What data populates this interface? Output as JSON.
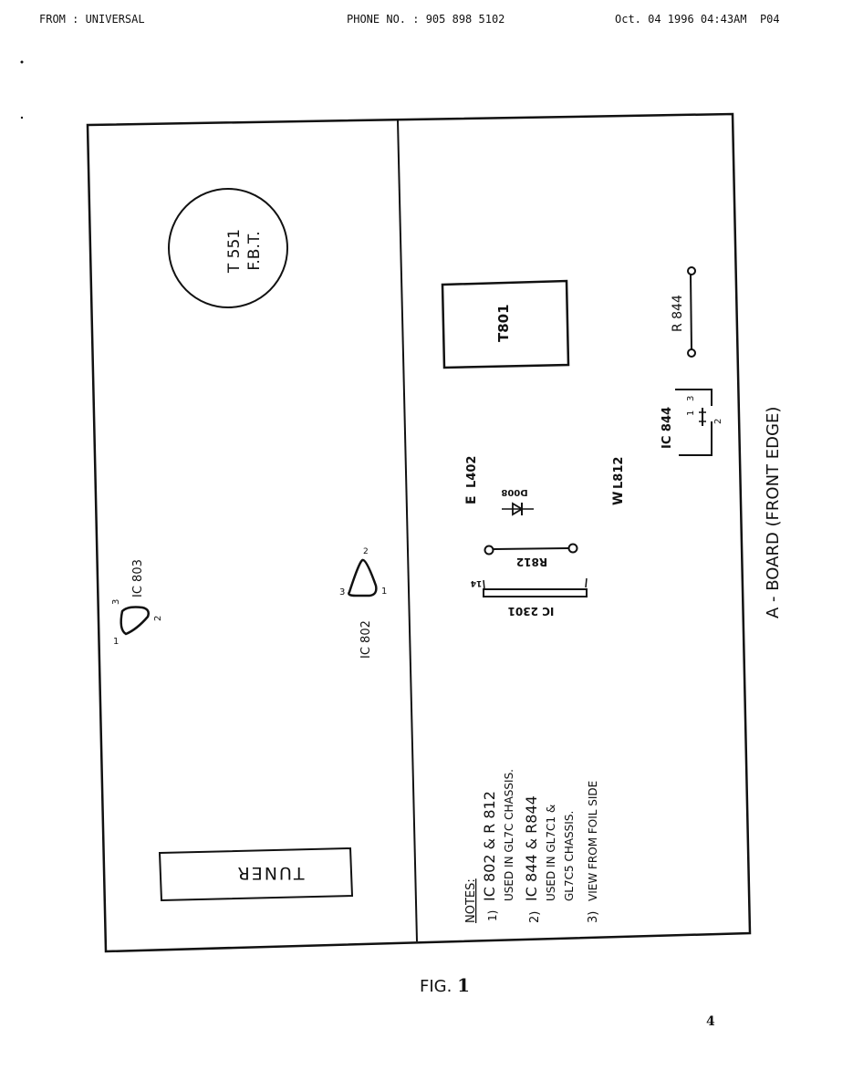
{
  "fax_header": {
    "from": "FROM : UNIVERSAL",
    "phone": "PHONE NO. : 905 898 5102",
    "datetime_page": "Oct. 04 1996 04:43AM  P04"
  },
  "board": {
    "title": "A - BOARD (FRONT EDGE)",
    "left_panel": {
      "transformer": {
        "label_line1": "T 551",
        "label_line2": "F.B.T."
      },
      "ic_803": {
        "label": "IC 803",
        "pins": [
          "1",
          "2",
          "3"
        ]
      },
      "ic_802": {
        "label": "IC 802",
        "pins": [
          "1",
          "2",
          "3"
        ]
      },
      "tuner": {
        "label": "TUNER"
      }
    },
    "right_panel": {
      "t801": {
        "label": "T801"
      },
      "r844": {
        "label": "R 844"
      },
      "ic_844": {
        "label": "IC 844",
        "pins": [
          "1",
          "3",
          "2"
        ]
      },
      "l402": {
        "label": "L402",
        "symbol": "E"
      },
      "l812": {
        "label": "L812",
        "symbol": "W"
      },
      "d008": {
        "label": "D008"
      },
      "r812": {
        "label": "R812"
      },
      "ic_2301": {
        "label": "IC 2301",
        "pin_left": "14",
        "pin_right": "1"
      }
    },
    "notes": {
      "heading": "NOTES:",
      "items": [
        {
          "number": "1)",
          "line1": "IC 802 & R 812",
          "line2": "USED IN GL7C CHASSIS."
        },
        {
          "number": "2)",
          "line1": "IC 844 & R844",
          "line2": "USED IN GL7C1 &",
          "line3": "GL7C5 CHASSIS."
        },
        {
          "number": "3)",
          "line1": "VIEW FROM FOIL SIDE"
        }
      ]
    }
  },
  "figure": {
    "prefix": "FIG.",
    "number": "1"
  },
  "page_number": "4"
}
